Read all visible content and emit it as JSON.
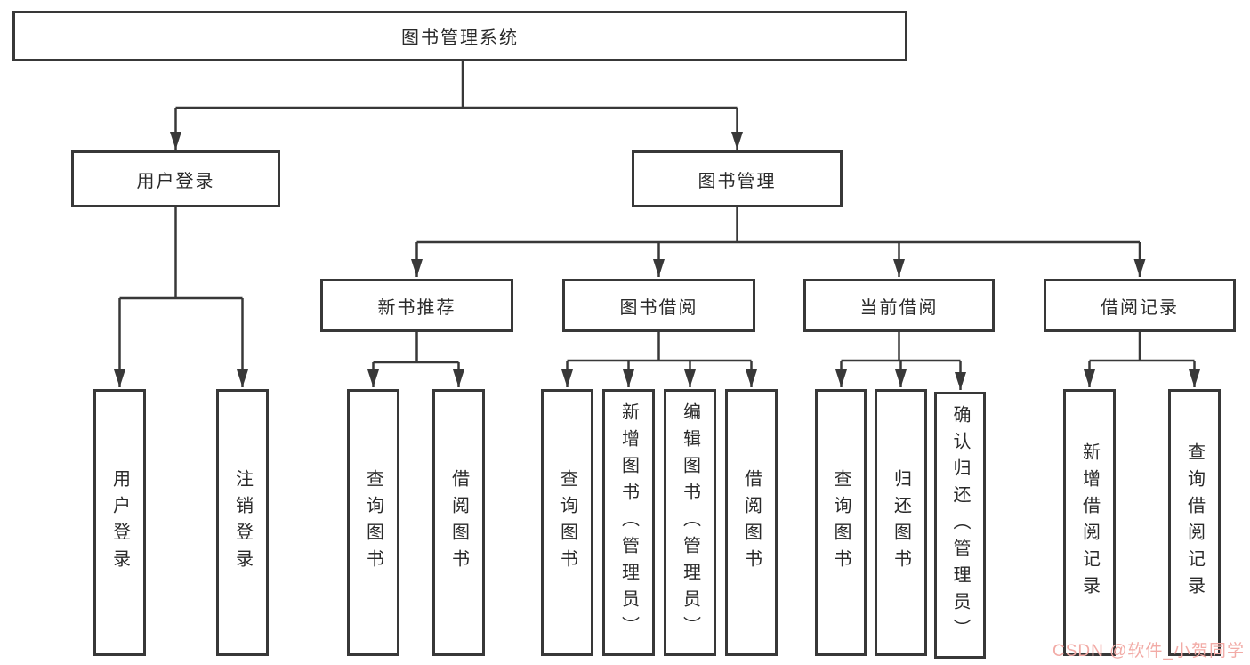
{
  "tree": {
    "root": "图书管理系统",
    "children": [
      {
        "label": "用户登录",
        "children": [
          "用户登录",
          "注销登录"
        ]
      },
      {
        "label": "图书管理",
        "children": [
          {
            "label": "新书推荐",
            "children": [
              "查询图书",
              "借阅图书"
            ]
          },
          {
            "label": "图书借阅",
            "children": [
              "查询图书",
              "新增图书（管理员）",
              "编辑图书（管理员）",
              "借阅图书"
            ]
          },
          {
            "label": "当前借阅",
            "children": [
              "查询图书",
              "归还图书",
              "确认归还（管理员）"
            ]
          },
          {
            "label": "借阅记录",
            "children": [
              "新增借阅记录",
              "查询借阅记录"
            ]
          }
        ]
      }
    ]
  },
  "watermark": {
    "text": "CSDN @软件_小贺同学"
  },
  "colors": {
    "line": "#383838",
    "border": "#383838",
    "text": "#2a2a2a",
    "watermark": "#F2ABA6",
    "background": "#FFFFFF"
  }
}
